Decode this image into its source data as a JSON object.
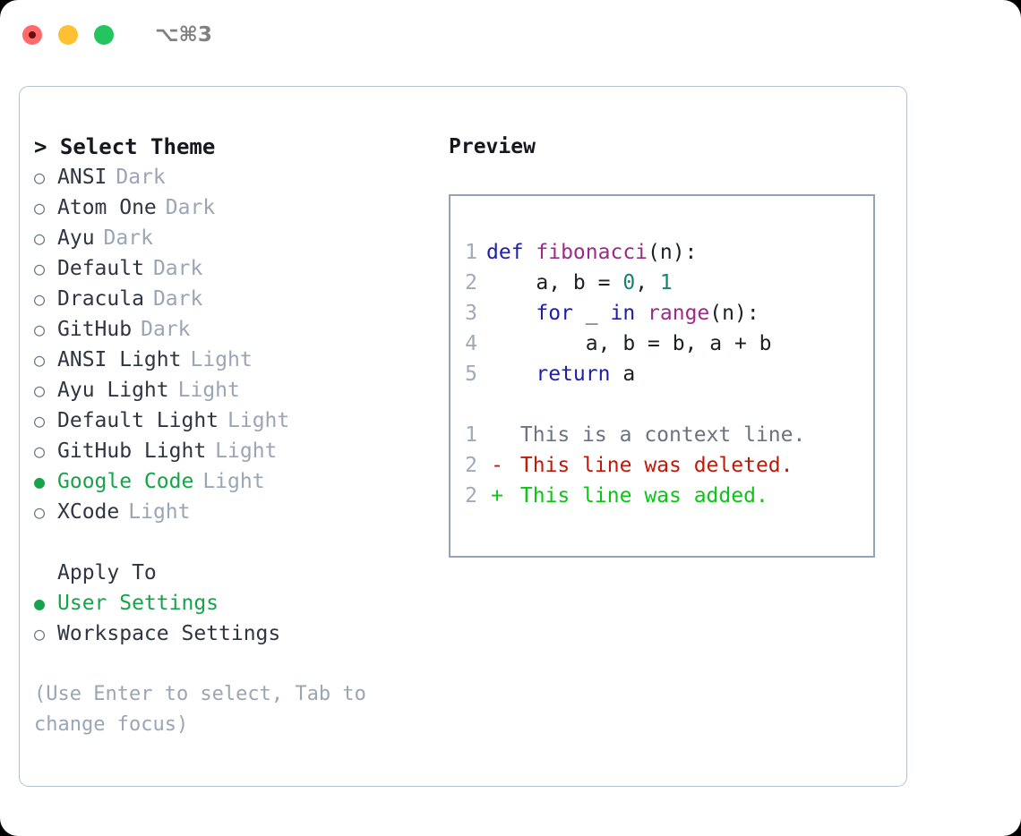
{
  "window": {
    "shortcut": "⌥⌘3",
    "traffic_lights": [
      {
        "name": "close",
        "color": "#ff6b6b"
      },
      {
        "name": "minimize",
        "color": "#ffc132"
      },
      {
        "name": "maximize",
        "color": "#22c55e"
      }
    ]
  },
  "theme_panel": {
    "heading": "> Select Theme",
    "accent_color": "#16a34a",
    "variant_color": "#9aa5b5",
    "markers": {
      "selected": "●",
      "unselected": "○"
    },
    "items": [
      {
        "label": "ANSI",
        "variant": "Dark",
        "selected": false
      },
      {
        "label": "Atom One",
        "variant": "Dark",
        "selected": false
      },
      {
        "label": "Ayu",
        "variant": "Dark",
        "selected": false
      },
      {
        "label": "Default",
        "variant": "Dark",
        "selected": false
      },
      {
        "label": "Dracula",
        "variant": "Dark",
        "selected": false
      },
      {
        "label": "GitHub",
        "variant": "Dark",
        "selected": false
      },
      {
        "label": "ANSI Light",
        "variant": "Light",
        "selected": false
      },
      {
        "label": "Ayu Light",
        "variant": "Light",
        "selected": false
      },
      {
        "label": "Default Light",
        "variant": "Light",
        "selected": false
      },
      {
        "label": "GitHub Light",
        "variant": "Light",
        "selected": false
      },
      {
        "label": "Google Code",
        "variant": "Light",
        "selected": true
      },
      {
        "label": "XCode",
        "variant": "Light",
        "selected": false
      }
    ]
  },
  "apply_to": {
    "heading": "Apply To",
    "items": [
      {
        "label": "User Settings",
        "selected": true
      },
      {
        "label": "Workspace Settings",
        "selected": false
      }
    ]
  },
  "hint": "(Use Enter to select, Tab to change focus)",
  "preview": {
    "heading": "Preview",
    "code_lines": [
      {
        "number": "1",
        "tokens": [
          {
            "text": "def ",
            "kind": "kw"
          },
          {
            "text": "fibonacci",
            "kind": "fn"
          },
          {
            "text": "(n):",
            "kind": "plain"
          }
        ]
      },
      {
        "number": "2",
        "tokens": [
          {
            "text": "    a, b = ",
            "kind": "plain"
          },
          {
            "text": "0",
            "kind": "num"
          },
          {
            "text": ", ",
            "kind": "plain"
          },
          {
            "text": "1",
            "kind": "num"
          }
        ]
      },
      {
        "number": "3",
        "tokens": [
          {
            "text": "    ",
            "kind": "plain"
          },
          {
            "text": "for",
            "kind": "kw"
          },
          {
            "text": " _ ",
            "kind": "plain"
          },
          {
            "text": "in",
            "kind": "kw"
          },
          {
            "text": " ",
            "kind": "plain"
          },
          {
            "text": "range",
            "kind": "fn"
          },
          {
            "text": "(n):",
            "kind": "plain"
          }
        ]
      },
      {
        "number": "4",
        "tokens": [
          {
            "text": "        a, b = b, a + b",
            "kind": "plain"
          }
        ]
      },
      {
        "number": "5",
        "tokens": [
          {
            "text": "    ",
            "kind": "plain"
          },
          {
            "text": "return",
            "kind": "kw"
          },
          {
            "text": " a",
            "kind": "plain"
          }
        ]
      }
    ],
    "diff_lines": [
      {
        "number": "1",
        "marker": " ",
        "text": "This is a context line.",
        "kind": "ctx"
      },
      {
        "number": "2",
        "marker": "-",
        "text": "This line was deleted.",
        "kind": "del"
      },
      {
        "number": "2",
        "marker": "+",
        "text": "This line was added.",
        "kind": "add"
      }
    ],
    "syntax_colors": {
      "keyword": "#1d1fa8",
      "function": "#9b2b86",
      "number": "#118477",
      "plain": "#1b1f27",
      "lineno": "#a0aab8",
      "diff_context": "#6b7280",
      "diff_deleted": "#c21807",
      "diff_added": "#0ac614"
    }
  }
}
